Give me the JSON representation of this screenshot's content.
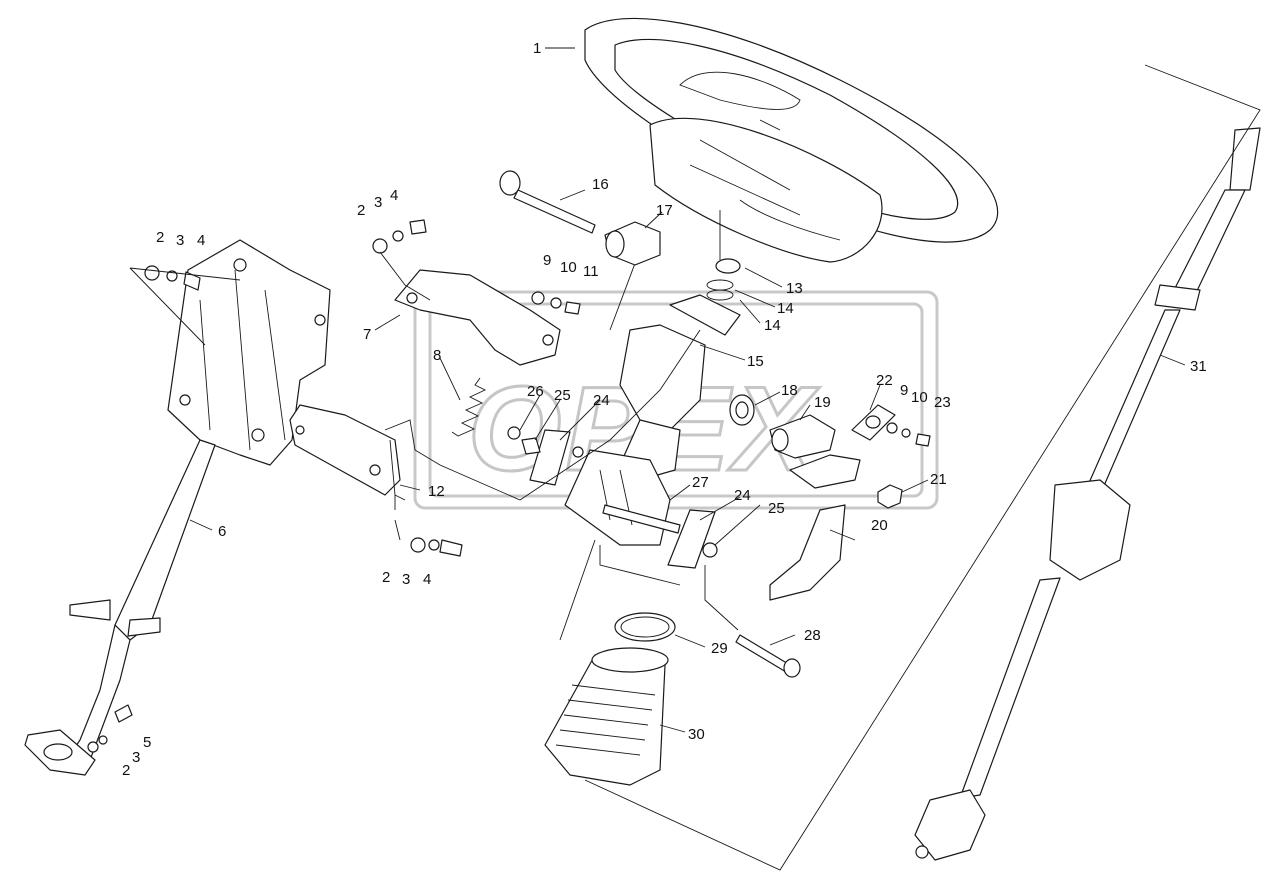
{
  "watermark": {
    "text": "OPEX"
  },
  "callouts": {
    "c1": "1",
    "c2a": "2",
    "c3a": "3",
    "c4a": "4",
    "c2b": "2",
    "c3b": "3",
    "c4b": "4",
    "c2c": "2",
    "c3c": "3",
    "c4c": "4",
    "c2d": "2",
    "c3d": "3",
    "c5": "5",
    "c6": "6",
    "c7": "7",
    "c8": "8",
    "c9a": "9",
    "c10a": "10",
    "c11": "11",
    "c9b": "9",
    "c10b": "10",
    "c12": "12",
    "c13": "13",
    "c14a": "14",
    "c14b": "14",
    "c15": "15",
    "c16": "16",
    "c17": "17",
    "c18": "18",
    "c19": "19",
    "c20": "20",
    "c21": "21",
    "c22": "22",
    "c23": "23",
    "c24a": "24",
    "c24b": "24",
    "c25a": "25",
    "c25b": "25",
    "c26": "26",
    "c27": "27",
    "c28": "28",
    "c29": "29",
    "c30": "30",
    "c31": "31"
  }
}
